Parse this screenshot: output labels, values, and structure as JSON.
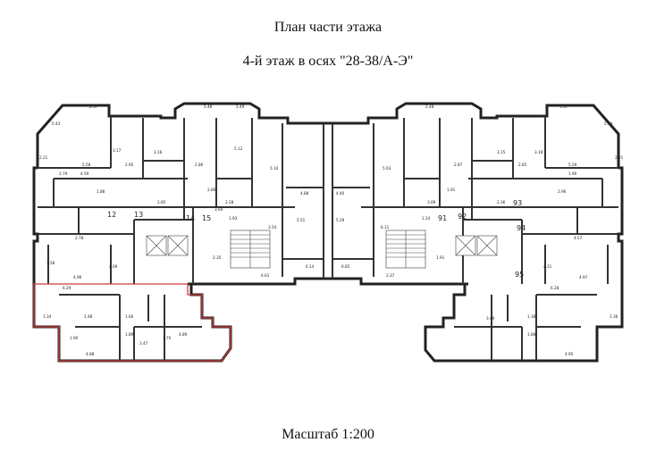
{
  "header": {
    "title": "План части этажа",
    "subtitle": "4-й этаж в осях \"28-38/А-Э\""
  },
  "footer": {
    "scale": "Масштаб 1:200"
  },
  "room_numbers": [
    {
      "id": "r12",
      "label": "12"
    },
    {
      "id": "r13",
      "label": "13"
    },
    {
      "id": "r14",
      "label": "14"
    },
    {
      "id": "r15",
      "label": "15"
    },
    {
      "id": "r91",
      "label": "91"
    },
    {
      "id": "r92",
      "label": "92"
    },
    {
      "id": "r93",
      "label": "93"
    },
    {
      "id": "r94",
      "label": "94"
    },
    {
      "id": "r95",
      "label": "95"
    }
  ],
  "dimensions": [
    "2.37",
    "2.48",
    "2.49",
    "2.48",
    "3.37",
    "5.43",
    "5.43",
    "5.58",
    "5.59",
    "2.21",
    "2.21",
    "2.95",
    "2.85",
    "2.86",
    "2.87",
    "5.12",
    "5.10",
    "5.03",
    "3.17",
    "3.16",
    "3.15",
    "3.18",
    "4.09",
    "4.21",
    "6.29",
    "6.28",
    "4.96",
    "4.97",
    "4.88",
    "4.95",
    "3.47",
    "3.49",
    "1.70",
    "2.79",
    "2.78",
    "4.57",
    "4.59",
    "1.90",
    "1.88",
    "2.96",
    "2.85",
    "2.36",
    "2.28",
    "3.09",
    "2.80",
    "1.91",
    "1.93",
    "1.24",
    "3.64",
    "3.54",
    "6.11",
    "6.14",
    "6.85",
    "6.63",
    "2.37",
    "2.35",
    "1.91",
    "1.89",
    "1.88",
    "4.89",
    "4.88",
    "4.40",
    "5.51",
    "5.29",
    "1.34",
    "1.36",
    "1.48",
    "1.60",
    "1.38",
    "1.58",
    "1.90"
  ],
  "colors": {
    "walls": "#333333",
    "highlight": "#d23a3a",
    "background": "#ffffff"
  }
}
